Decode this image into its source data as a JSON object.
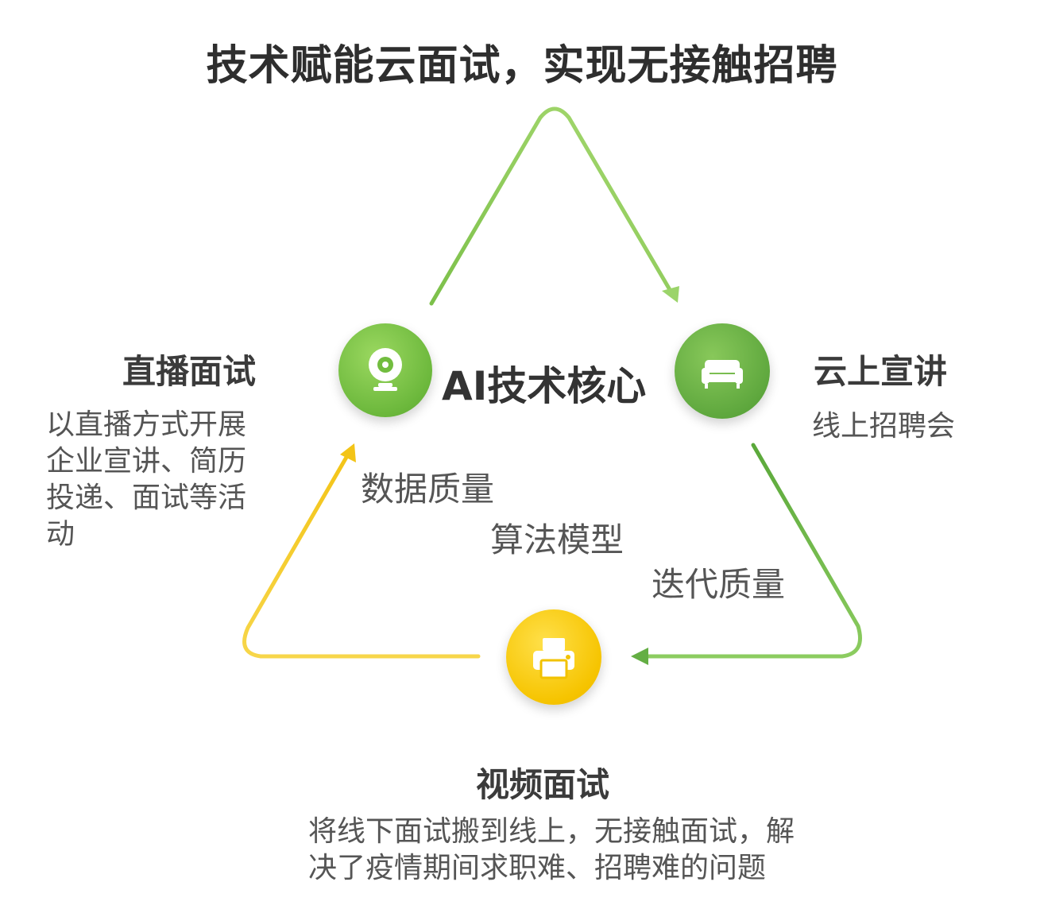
{
  "title": "技术赋能云面试，实现无接触招聘",
  "core": {
    "label": "AI技术核心",
    "features": [
      "数据质量",
      "算法模型",
      "迭代质量"
    ]
  },
  "nodes": {
    "live": {
      "title": "直播面试",
      "lines": [
        "以直播方式开展",
        "企业宣讲、简历",
        "投递、面试等活",
        "动"
      ],
      "icon": "webcam-icon",
      "color": "#7cc04a"
    },
    "cloud": {
      "title": "云上宣讲",
      "lines": [
        "线上招聘会"
      ],
      "icon": "sofa-icon",
      "color": "#5faa3e"
    },
    "video": {
      "title": "视频面试",
      "lines": [
        "将线下面试搬到线上，无接触面试，解",
        "决了疫情期间求职难、招聘难的问题"
      ],
      "icon": "printer-icon",
      "color": "#f2c200"
    }
  },
  "colors": {
    "arrow_green_light": "#9bd46a",
    "arrow_green_dark": "#5faa3e",
    "arrow_yellow": "#f5d33a"
  }
}
